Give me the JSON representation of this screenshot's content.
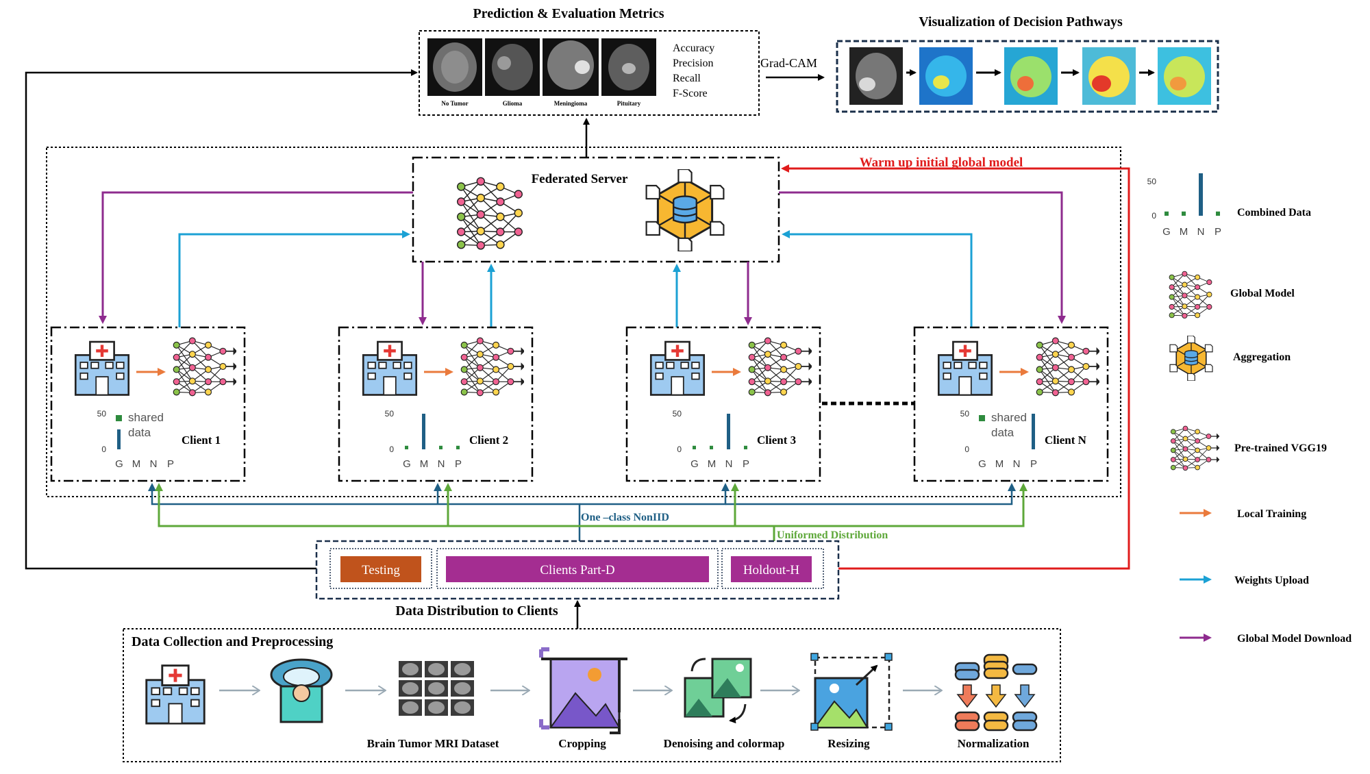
{
  "colors": {
    "weights_upload": "#1ba1d4",
    "global_download": "#8e2b8e",
    "local_training": "#ea7a3c",
    "warmup": "#e01b1b",
    "one_class": "#1f5f85",
    "uniform": "#5ea83a",
    "testing_box": "#c0531c",
    "clients_box": "#a42d91",
    "holdout_box": "#a42d91"
  },
  "top": {
    "prediction_title": "Prediction & Evaluation Metrics",
    "mri_labels": [
      "No Tumor",
      "Glioma",
      "Meningioma",
      "Pituitary"
    ],
    "metrics": [
      "Accuracy",
      "Precision",
      "Recall",
      "F-Score"
    ],
    "gradcam_label": "Grad-CAM",
    "visualization_title": "Visualization of Decision Pathways"
  },
  "server": {
    "title": "Federated Server",
    "warmup_label": "Warm up initial global model"
  },
  "clients": [
    {
      "name": "Client 1",
      "shared": "shared\ndata",
      "values": [
        28,
        0,
        0,
        0
      ],
      "highlight": 0
    },
    {
      "name": "Client 2",
      "shared": "",
      "values": [
        5,
        50,
        5,
        5
      ],
      "highlight": 1
    },
    {
      "name": "Client 3",
      "shared": "",
      "values": [
        5,
        5,
        50,
        5
      ],
      "highlight": 2
    },
    {
      "name": "Client N",
      "shared": "shared\ndata",
      "values": [
        0,
        0,
        0,
        50
      ],
      "highlight": 3
    }
  ],
  "client_chart": {
    "ytick_top": "50",
    "ytick_zero": "0",
    "categories": [
      "G",
      "M",
      "N",
      "P"
    ],
    "shared_line1": "shared",
    "shared_line2": "data"
  },
  "distribution": {
    "one_class_label": "One –class NonIID",
    "uniform_label": "Uniformed Distribution",
    "testing_label": "Testing",
    "clients_label": "Clients Part-D",
    "holdout_label": "Holdout-H",
    "title": "Data Distribution to Clients"
  },
  "pipeline": {
    "title": "Data Collection and Preprocessing",
    "steps": [
      "Brain Tumor MRI Dataset",
      "Cropping",
      "Denoising and colormap",
      "Resizing",
      "Normalization"
    ]
  },
  "legend": {
    "combined_data": {
      "label": "Combined Data",
      "ytick_top": "50",
      "ytick_zero": "0",
      "categories": [
        "G",
        "M",
        "N",
        "P"
      ],
      "values": [
        5,
        5,
        50,
        5
      ]
    },
    "items": [
      "Global Model",
      "Aggregation",
      "Pre-trained VGG19",
      "Local Training",
      "Weights Upload",
      "Global Model Download"
    ]
  }
}
